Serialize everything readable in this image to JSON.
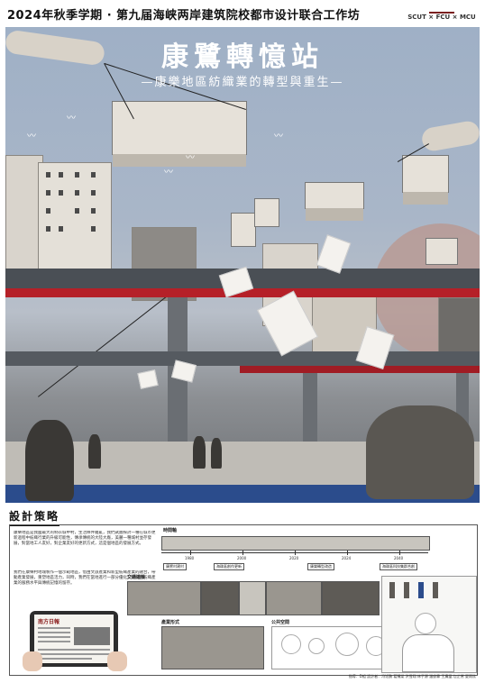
{
  "header": {
    "title": "2024年秋季学期 · 第九届海峡两岸建筑院校都市设计联合工作坊",
    "logo_text": "SCUT × FCU × MCU"
  },
  "poster": {
    "title": "康鷺轉憶站",
    "subtitle": "—康樂地區紡織業的轉型與重生—"
  },
  "strategy": {
    "title": "設計策略",
    "paragraph1": "康樂地區是我國最大的制衣城中村，生活條件雜亂，我們試圖探討一種在城市更新過程中紡織行業的升級可能性，傳承傳統的大陸大廠，美麗一種城村並存發展，對當地工人友好，對企業友好的更新方式，這是個地區的發展方式。",
    "paragraph2": "我們在康樂村地塊製作一個示範地區，借由文旅產業和新型紡織產業的融合，帶動產業發展，重塑地區活力，同時，我們在當地進行一部分優化，提升原紡織產業的服務水平與傳統記憶的留存。",
    "newspaper_head": "南方日報",
    "timeline_label": "時間軸",
    "timeline_years": [
      "1980",
      "2000",
      "2020",
      "2024",
      "2040"
    ],
    "timeline_events": [
      "康鷺村建村",
      "海珠區創作更新",
      "康樂轉型改造",
      "海珠區科技集群合創"
    ],
    "section_traffic": "交通連接",
    "section_space": "產業形式",
    "section_public": "公共空間",
    "credits": "指導：D組  設計者：冯钰鹏 葛臻棠 洪雪翔 林子源 潘俊霖 王廣晶 包芷鶯 夏雨欣"
  }
}
